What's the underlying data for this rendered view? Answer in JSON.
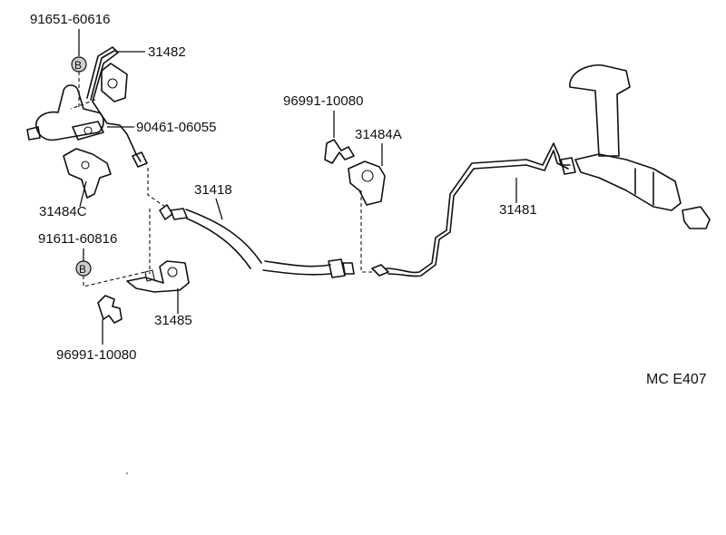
{
  "diagram": {
    "code": "MC E407",
    "parts": {
      "p91651": "91651-60616",
      "p31482": "31482",
      "p90461": "90461-06055",
      "p31484C": "31484C",
      "p91611": "91611-60816",
      "p96991_top": "96991-10080",
      "p31484A": "31484A",
      "p31418": "31418",
      "p31481": "31481",
      "p31485": "31485",
      "p96991_bottom": "96991-10080"
    },
    "bolt_marks": {
      "upper": "B",
      "lower": "B"
    }
  }
}
